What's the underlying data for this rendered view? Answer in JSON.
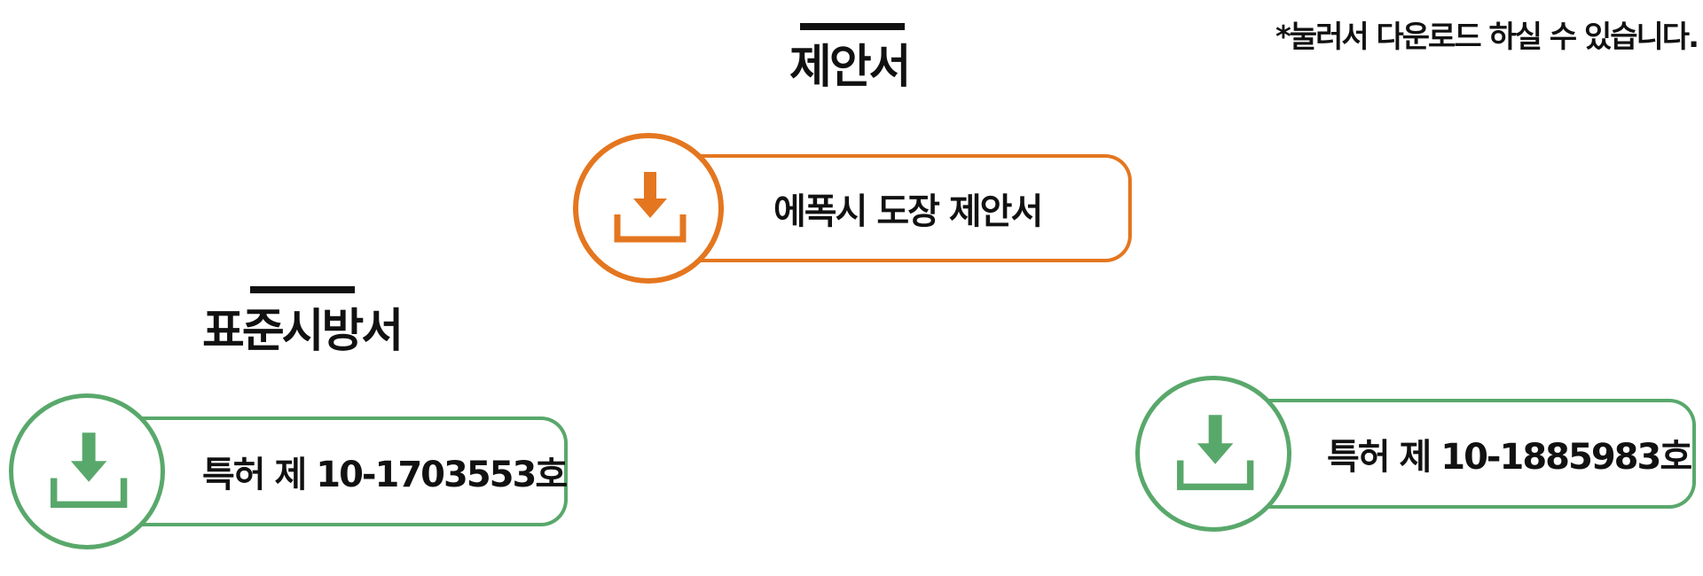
{
  "note": "*눌러서 다운로드 하실 수 있습니다.",
  "sections": {
    "proposal": {
      "title": "제안서",
      "button_label": "에폭시 도장 제안서"
    },
    "spec": {
      "title": "표준시방서",
      "button_label": "특허 제 10-1703553호"
    },
    "patent2": {
      "button_label": "특허 제 10-1885983호"
    }
  },
  "colors": {
    "orange": "#e4761f",
    "green": "#59a86b",
    "text": "#111111"
  },
  "icons": {
    "download": "download-icon"
  }
}
